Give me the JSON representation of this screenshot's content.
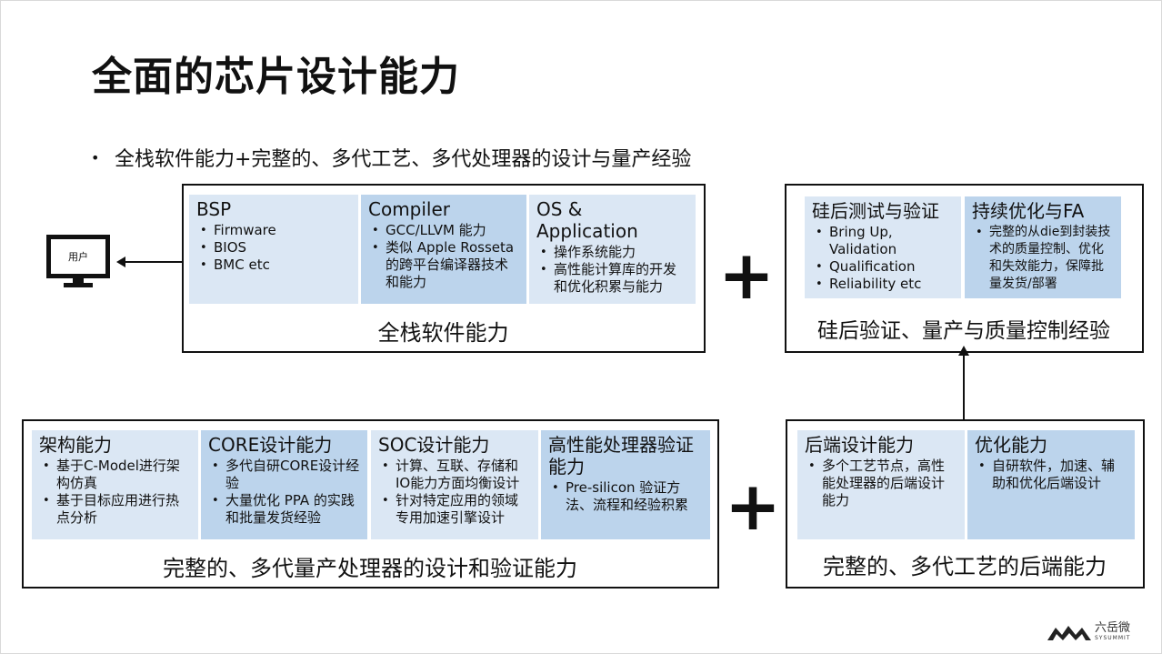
{
  "title": "全面的芯片设计能力",
  "bullet": "全栈软件能力+完整的、多代工艺、多代处理器的设计与量产经验",
  "user_label": "用户",
  "plus_symbol": "+",
  "software_group": {
    "caption": "全栈软件能力",
    "cells": [
      {
        "title": "BSP",
        "items": [
          "Firmware",
          "BIOS",
          "BMC etc"
        ]
      },
      {
        "title": "Compiler",
        "items": [
          "GCC/LLVM 能力",
          "类似 Apple Rosseta 的跨平台编译器技术和能力"
        ]
      },
      {
        "title": "OS & Application",
        "items": [
          "操作系统能力",
          "高性能计算库的开发和优化积累与能力"
        ]
      }
    ]
  },
  "silicon_group": {
    "caption": "硅后验证、量产与质量控制经验",
    "cells": [
      {
        "title": "硅后测试与验证",
        "items": [
          "Bring Up, Validation",
          "Qualification",
          "Reliability etc"
        ]
      },
      {
        "title": "持续优化与FA",
        "items": [
          "完整的从die到封装技术的质量控制、优化和失效能力，保障批量发货/部署"
        ]
      }
    ]
  },
  "processor_group": {
    "caption": "完整的、多代量产处理器的设计和验证能力",
    "cells": [
      {
        "title": "架构能力",
        "items": [
          "基于C-Model进行架构仿真",
          "基于目标应用进行热点分析"
        ]
      },
      {
        "title": "CORE设计能力",
        "items": [
          "多代自研CORE设计经验",
          "大量优化 PPA 的实践和批量发货经验"
        ]
      },
      {
        "title": "SOC设计能力",
        "items": [
          "计算、互联、存储和IO能力方面均衡设计",
          "针对特定应用的领域专用加速引擎设计"
        ]
      },
      {
        "title": "高性能处理器验证能力",
        "items": [
          "Pre-silicon 验证方法、流程和经验积累"
        ]
      }
    ]
  },
  "backend_group": {
    "caption": "完整的、多代工艺的后端能力",
    "cells": [
      {
        "title": "后端设计能力",
        "items": [
          "多个工艺节点，高性能处理器的后端设计能力"
        ]
      },
      {
        "title": "优化能力",
        "items": [
          "自研软件，加速、辅助和优化后端设计"
        ]
      }
    ]
  },
  "logo": {
    "cn": "六岳微",
    "en": "SYSUMMIT"
  },
  "colors": {
    "cell_light": "#dbe7f4",
    "cell_mid": "#bcd4ec",
    "border": "#111111"
  }
}
